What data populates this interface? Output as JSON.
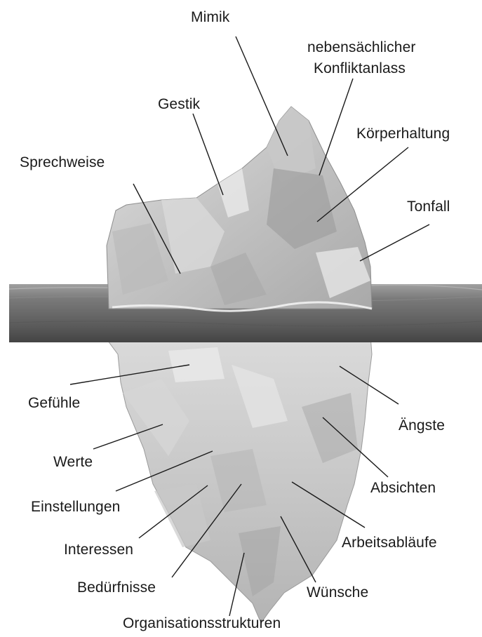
{
  "labels_above_water": {
    "mimik": "Mimik",
    "nebensaechlicher_1": "nebensächlicher",
    "nebensaechlicher_2": "Konfliktanlass",
    "gestik": "Gestik",
    "koerperhaltung": "Körperhaltung",
    "sprechweise": "Sprechweise",
    "tonfall": "Tonfall"
  },
  "labels_below_water": {
    "gefuehle": "Gefühle",
    "aengste": "Ängste",
    "werte": "Werte",
    "absichten": "Absichten",
    "einstellungen": "Einstellungen",
    "interessen": "Interessen",
    "arbeitsablaeufe": "Arbeitsabläufe",
    "beduerfnisse": "Bedürfnisse",
    "wuensche": "Wünsche",
    "organisationsstrukturen": "Organisationsstrukturen"
  },
  "colors": {
    "ice_light": "#e4e4e4",
    "ice_mid": "#bdbdbd",
    "ice_dark": "#8e8e8e",
    "water_top": "#8a8a8a",
    "water_dark": "#4f4f4f",
    "line": "#1a1a1a"
  }
}
